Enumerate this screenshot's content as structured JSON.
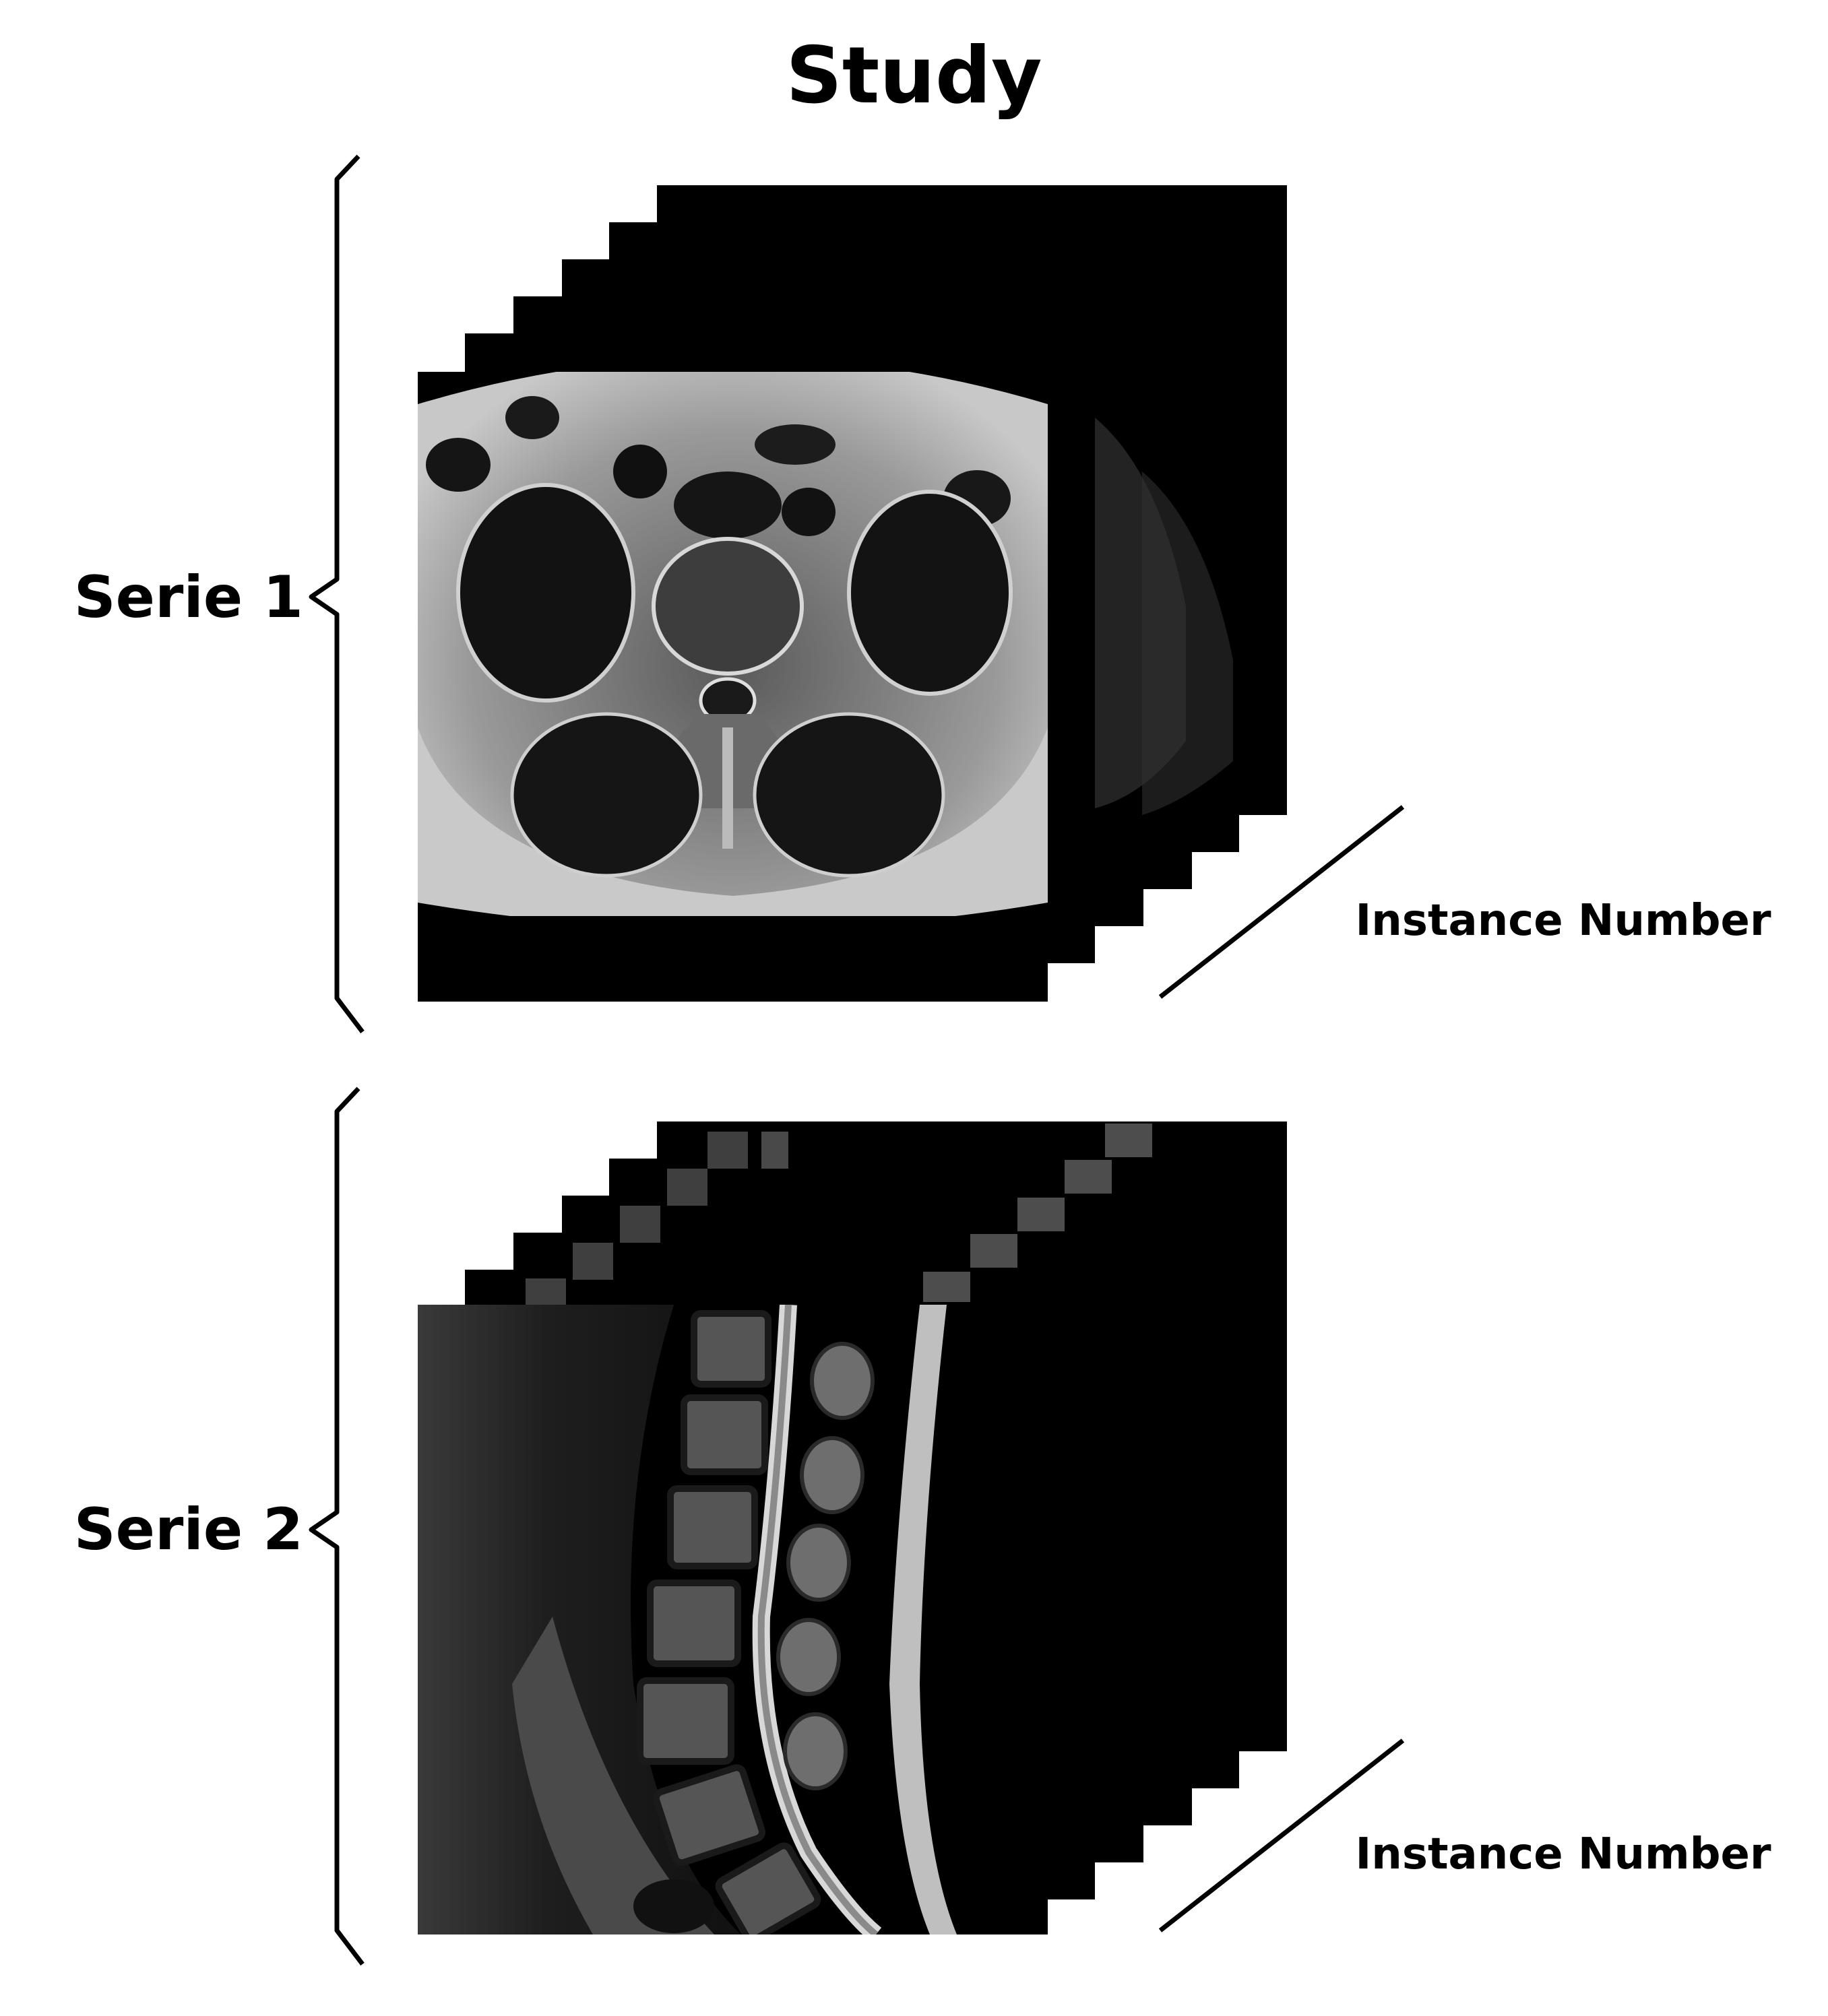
{
  "title": "Study",
  "series": [
    {
      "label": "Serie 1",
      "axis_label": "Instance Number"
    },
    {
      "label": "Serie 2",
      "axis_label": "Instance Number"
    }
  ],
  "colors": {
    "background": "#ffffff",
    "ink": "#000000",
    "slice_frame": "#000000",
    "tissue_light": "#bdbdbd",
    "tissue_mid": "#7a7a7a",
    "tissue_dark": "#2b2b2b"
  },
  "icons": {
    "bracket": "curly-brace-icon",
    "axis": "diagonal-axis-line"
  }
}
